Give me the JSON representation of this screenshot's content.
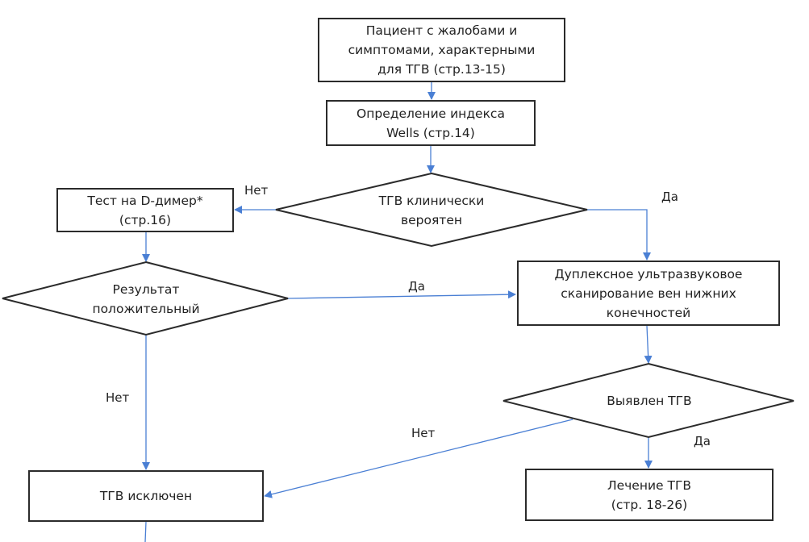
{
  "diagram": {
    "type": "flowchart",
    "colors": {
      "node_border": "#2b2b2b",
      "connector": "#4a7fd4",
      "text": "#222222"
    },
    "nodes": {
      "patient": {
        "shape": "rectangle",
        "line1": "Пациент с жалобами и",
        "line2": "симптомами, характерными",
        "line3": "для ТГВ (стр.13-15)"
      },
      "wells": {
        "shape": "rectangle",
        "line1": "Определение индекса",
        "line2": "Wells (стр.14)"
      },
      "clinically_probable": {
        "shape": "diamond",
        "line1": "ТГВ клинически",
        "line2": "вероятен"
      },
      "d_dimer": {
        "shape": "rectangle",
        "line1": "Тест на D-димер*",
        "line2": "(стр.16)"
      },
      "result_positive": {
        "shape": "diamond",
        "line1": "Результат",
        "line2": "положительный"
      },
      "duplex": {
        "shape": "rectangle",
        "line1": "Дуплексное ультразвуковое",
        "line2": "сканирование вен нижних",
        "line3": "конечностей"
      },
      "dvt_found": {
        "shape": "diamond",
        "line1": "Выявлен ТГВ"
      },
      "dvt_excluded": {
        "shape": "rectangle",
        "line1": "ТГВ исключен"
      },
      "treatment": {
        "shape": "rectangle",
        "line1": "Лечение ТГВ",
        "line2": "(стр. 18-26)"
      }
    },
    "edges": [
      {
        "from": "patient",
        "to": "wells",
        "label": ""
      },
      {
        "from": "wells",
        "to": "clinically_probable",
        "label": ""
      },
      {
        "from": "clinically_probable",
        "to": "d_dimer",
        "label": "Нет"
      },
      {
        "from": "clinically_probable",
        "to": "duplex",
        "label": "Да"
      },
      {
        "from": "d_dimer",
        "to": "result_positive",
        "label": ""
      },
      {
        "from": "result_positive",
        "to": "duplex",
        "label": "Да"
      },
      {
        "from": "result_positive",
        "to": "dvt_excluded",
        "label": "Нет"
      },
      {
        "from": "duplex",
        "to": "dvt_found",
        "label": ""
      },
      {
        "from": "dvt_found",
        "to": "dvt_excluded",
        "label": "Нет"
      },
      {
        "from": "dvt_found",
        "to": "treatment",
        "label": "Да"
      }
    ]
  }
}
